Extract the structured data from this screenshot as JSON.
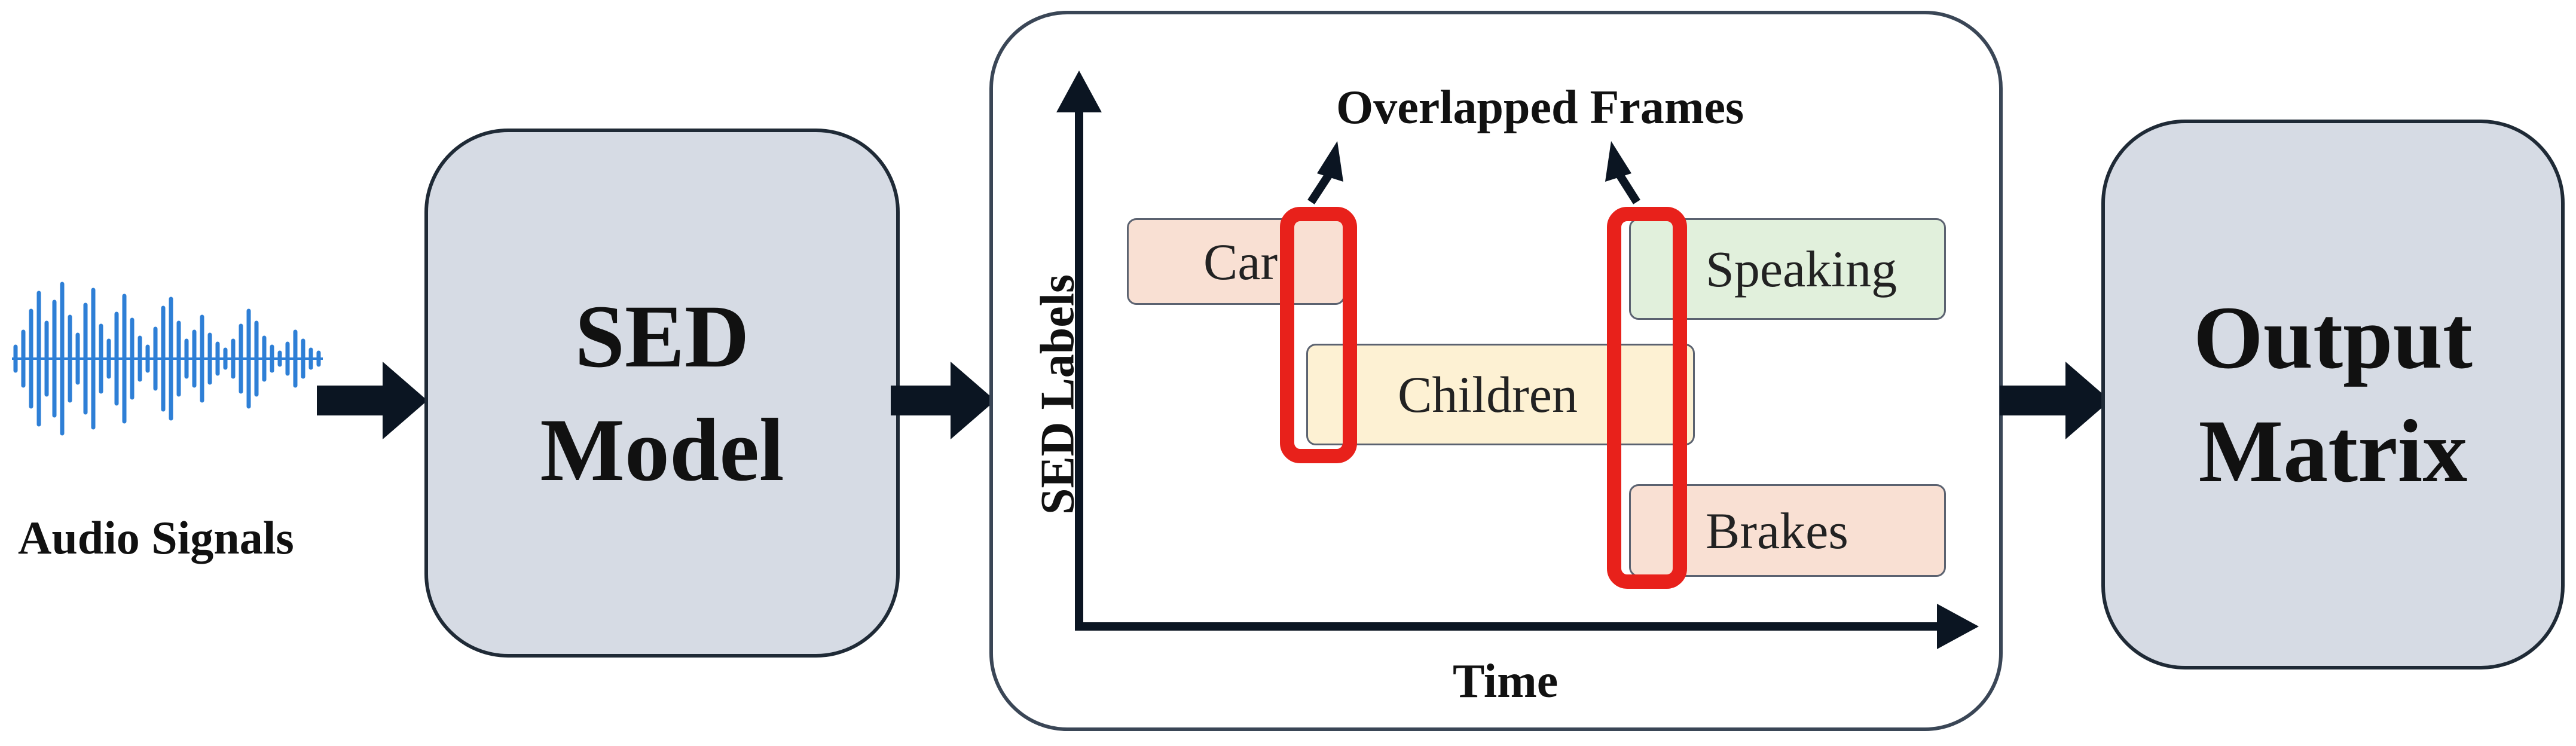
{
  "input": {
    "label": "Audio Signals"
  },
  "model": {
    "label": "SED\nModel"
  },
  "plot": {
    "title": "Overlapped Frames",
    "y_axis_label": "SED Labels",
    "x_axis_label": "Time",
    "events": [
      {
        "label": "Car",
        "color": "#f9e0d3"
      },
      {
        "label": "Children",
        "color": "#fdf1d3"
      },
      {
        "label": "Speaking",
        "color": "#e1f0dc"
      },
      {
        "label": "Brakes",
        "color": "#f9e0d3"
      }
    ],
    "highlight_color": "#e8211b"
  },
  "output": {
    "label": "Output\nMatrix"
  },
  "colors": {
    "waveform": "#2e7fd6",
    "arrow": "#0b1522",
    "box_fill": "#d6dbe4"
  }
}
